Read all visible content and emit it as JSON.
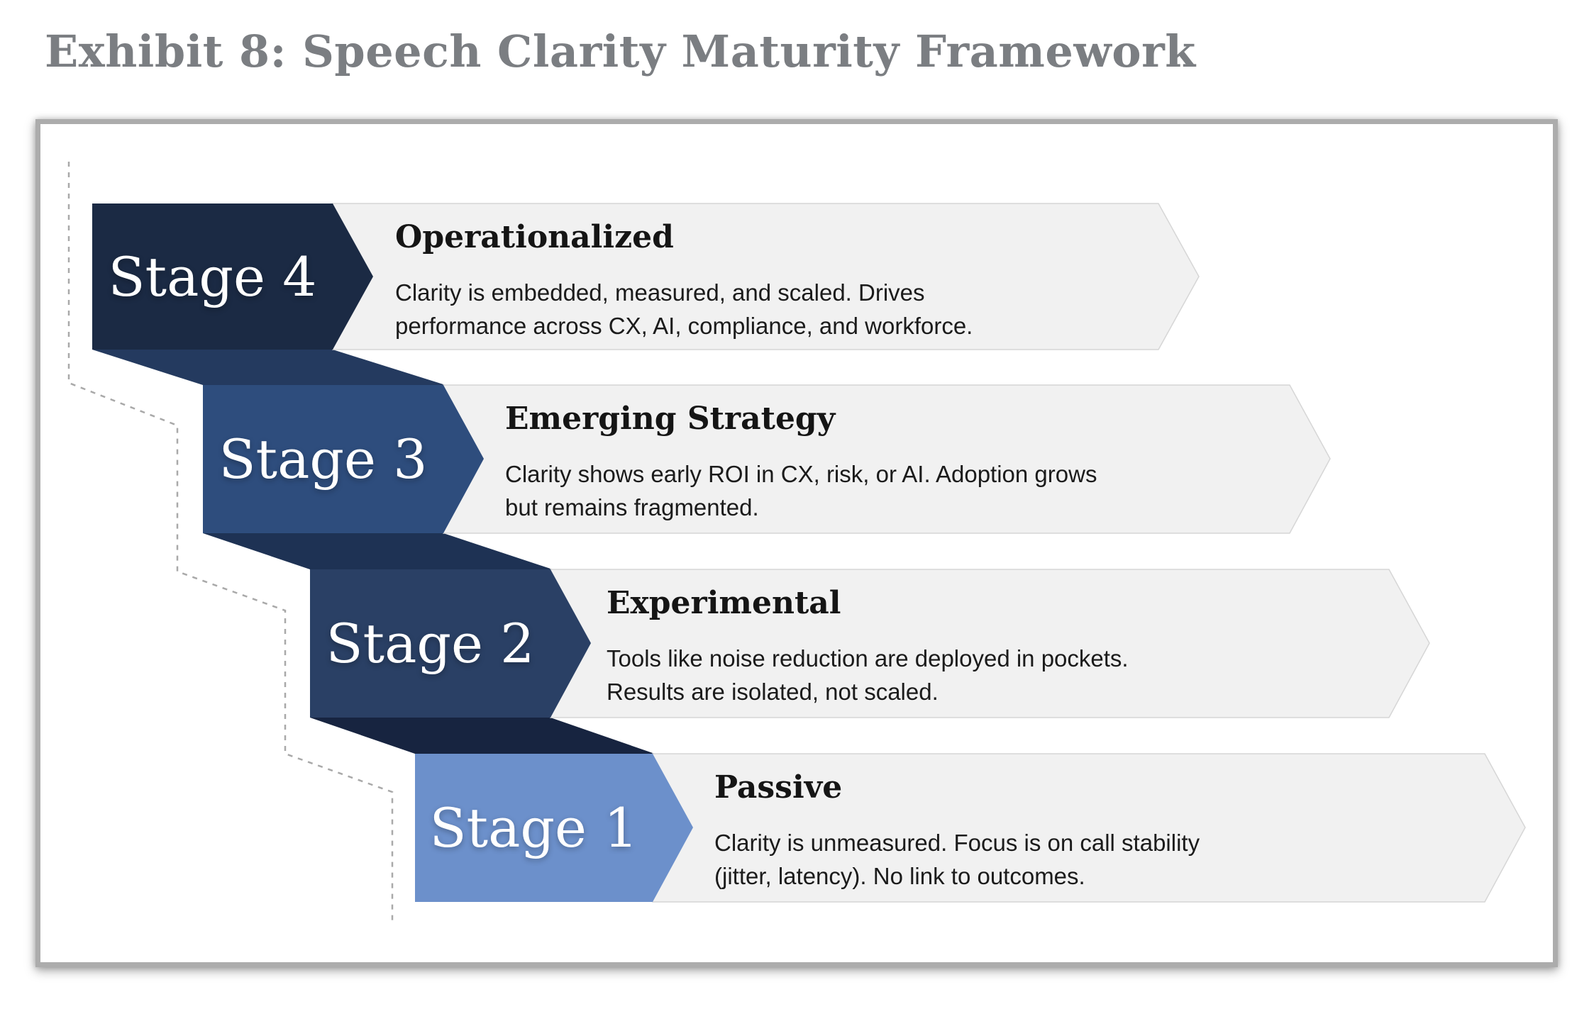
{
  "page_title": "Exhibit 8: Speech Clarity Maturity Framework",
  "stages": [
    {
      "label": "Stage 4",
      "title": "Operationalized",
      "description_lines": [
        "Clarity is embedded, measured, and scaled. Drives",
        "performance across CX, AI, compliance, and workforce."
      ],
      "chevron_color": "#1b2a44"
    },
    {
      "label": "Stage 3",
      "title": "Emerging Strategy",
      "description_lines": [
        "Clarity shows early ROI in CX, risk, or AI. Adoption grows",
        "but remains fragmented."
      ],
      "chevron_color": "#2e4d7d"
    },
    {
      "label": "Stage 2",
      "title": "Experimental",
      "description_lines": [
        "Tools like noise reduction are deployed in pockets.",
        "Results are isolated, not scaled."
      ],
      "chevron_color": "#2a4065"
    },
    {
      "label": "Stage 1",
      "title": "Passive",
      "description_lines": [
        "Clarity is unmeasured. Focus is on call stability",
        "(jitter, latency). No link to outcomes."
      ],
      "chevron_color": "#6c90cb"
    }
  ],
  "folds": [
    {
      "from": "Stage 4",
      "to": "Stage 3",
      "color": "#243a5f"
    },
    {
      "from": "Stage 3",
      "to": "Stage 2",
      "color": "#1e3254"
    },
    {
      "from": "Stage 2",
      "to": "Stage 1",
      "color": "#172440"
    }
  ],
  "decor": {
    "banner_fill": "#f1f1f1",
    "banner_border_color": "#d6d6d6",
    "dashed_line_color": "#a9a9a9",
    "title_color": "#7b7e82",
    "frame_border_color": "#acacac"
  }
}
